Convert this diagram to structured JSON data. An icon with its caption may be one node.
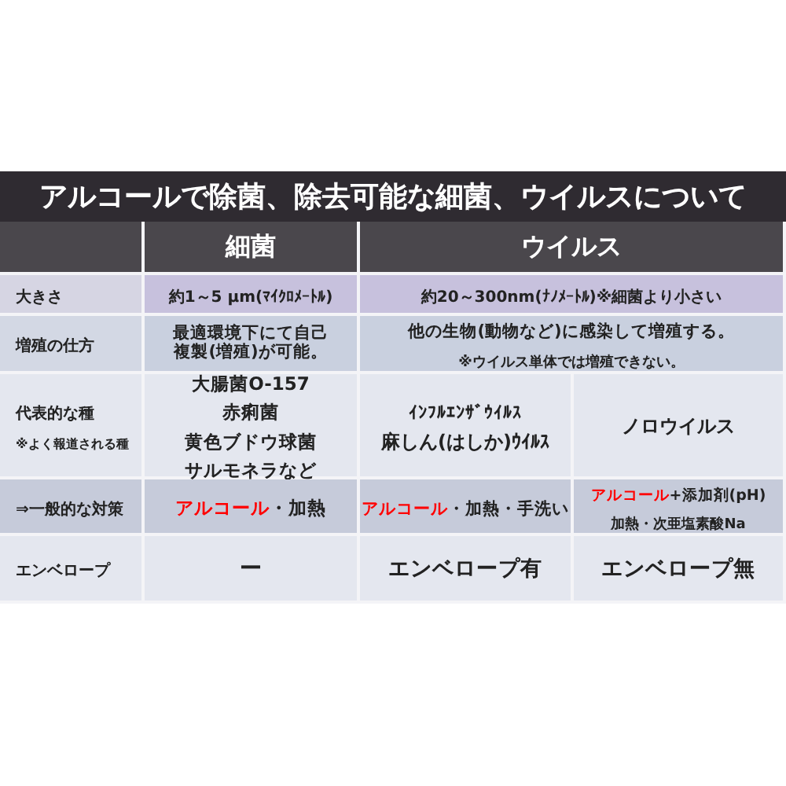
{
  "diagram": {
    "title": "アルコールで除菌、除去可能な細菌、ウイルスについて",
    "labels": [
      "細菌",
      "ウイルス",
      "大きさ",
      "約1～5 μm(ﾏｲｸﾛﾒｰﾄﾙ)",
      "約20～300nm(ﾅﾉﾒｰﾄﾙ)※細菌より小さい",
      "増殖の仕方",
      "最適環境下にて自己複製(増殖)が可能。",
      "他の生物(動物など)に感染して増殖する。",
      "※ウイルス単体では増殖できない。",
      "代表的な種",
      "※よく報道される種",
      "大腸菌O-157",
      "赤痢菌",
      "黄色ブドウ球菌",
      "サルモネラなど",
      "ｲﾝﾌﾙｴﾝｻﾞｳｲﾙｽ",
      "麻しん(はしか)ｳｲﾙｽ",
      "ノロウイルス",
      "⇒一般的な対策",
      "アルコール",
      "・加熱",
      "アルコール",
      "・加熱・手洗い",
      "アルコール",
      "+添加剤(pH)",
      "加熱・次亜塩素酸Na",
      "エンベロープ",
      "ー",
      "エンベロープ有",
      "エンベロープ無"
    ]
  }
}
